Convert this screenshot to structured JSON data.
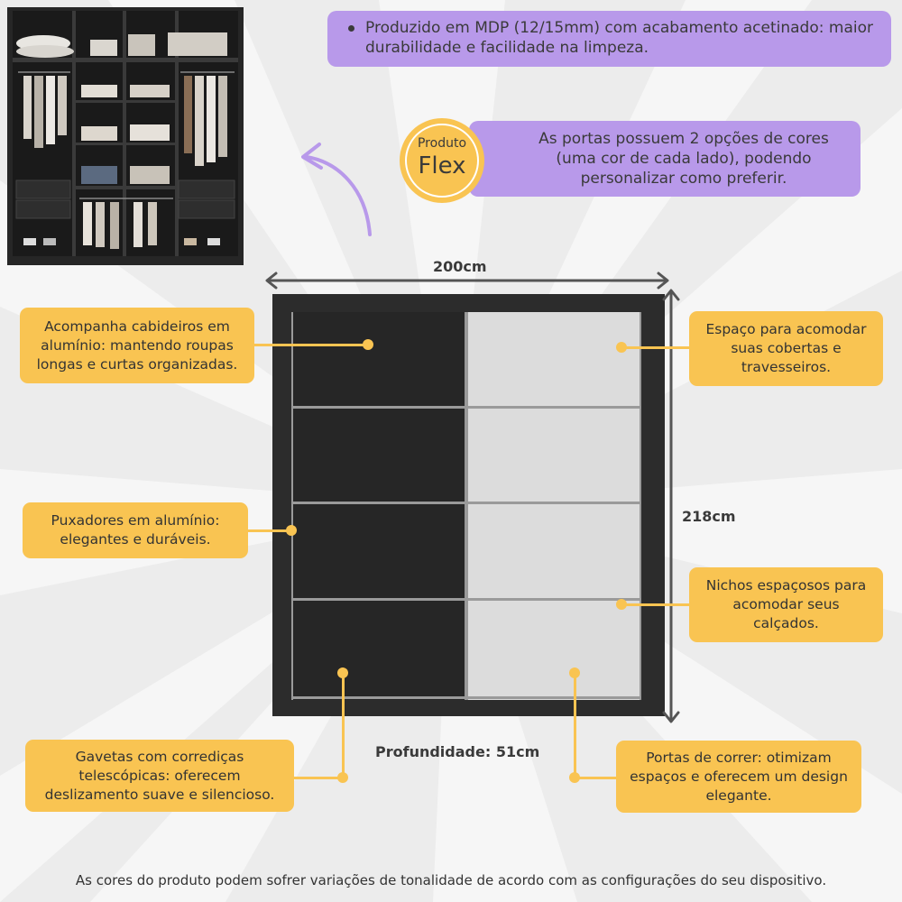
{
  "features": {
    "mdp": "Produzido em MDP (12/15mm) com acabamento acetinado: maior durabilidade e facilidade na limpeza.",
    "flex_badge": {
      "line1": "Produto",
      "line2": "Flex"
    },
    "flex_text": "As portas possuem 2 opções de cores (uma cor de cada lado), podendo personalizar como preferir.",
    "hangers": "Acompanha cabideiros em alumínio: mantendo roupas longas e curtas organizadas.",
    "handles": "Puxadores em alumínio: elegantes e duráveis.",
    "drawers": "Gavetas com corrediças telescópicas: oferecem deslizamento suave e silencioso.",
    "blankets": "Espaço para acomodar suas cobertas e travesseiros.",
    "niches": "Nichos espaçosos para acomodar seus calçados.",
    "doors": "Portas de correr: otimizam espaços e oferecem um design elegante."
  },
  "dimensions": {
    "width": "200cm",
    "height": "218cm",
    "depth": "Profundidade: 51cm"
  },
  "footer": "As cores do produto podem sofrer variações de tonalidade de acordo com as configurações do seu dispositivo.",
  "colors": {
    "accent_yellow": "#f9c452",
    "accent_purple": "#b899ea",
    "wardrobe_dark": "#2c2c2c",
    "door_light": "#dcdcdc"
  }
}
